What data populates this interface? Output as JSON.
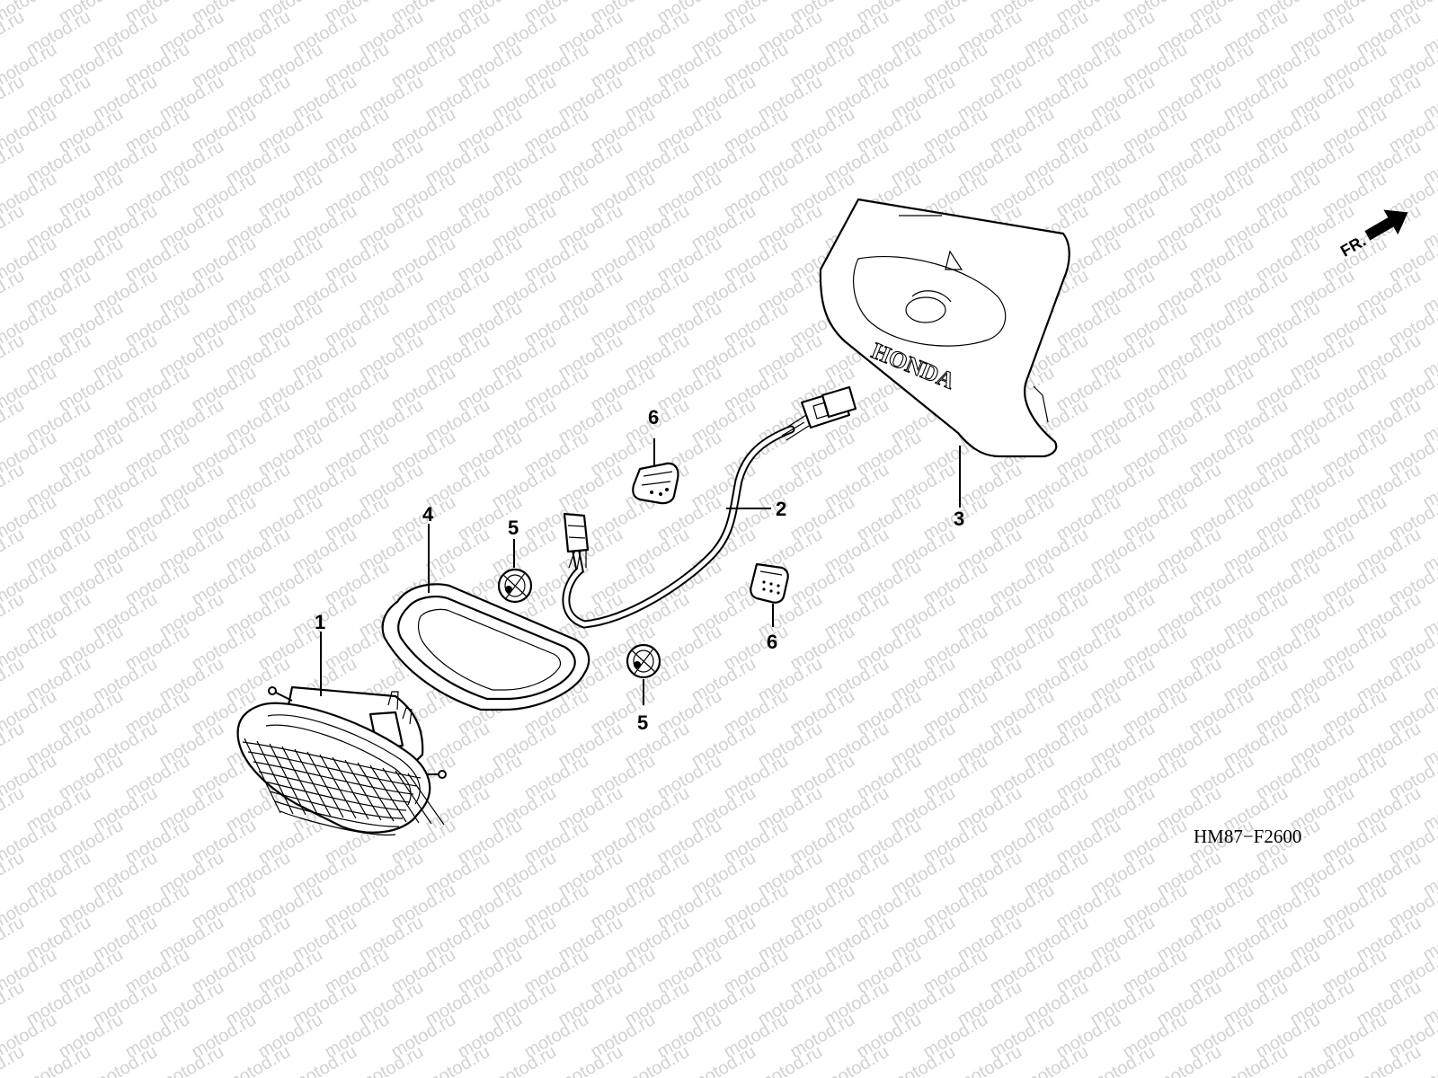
{
  "watermark": "motod.ru",
  "diagram_code": "HM87−F2600",
  "front_indicator": "FR.",
  "cover_brand": "HONDA",
  "callouts": [
    {
      "id": "1",
      "label": "1"
    },
    {
      "id": "2",
      "label": "2"
    },
    {
      "id": "3",
      "label": "3"
    },
    {
      "id": "4",
      "label": "4"
    },
    {
      "id": "5a",
      "label": "5"
    },
    {
      "id": "5b",
      "label": "5"
    },
    {
      "id": "6a",
      "label": "6"
    },
    {
      "id": "6b",
      "label": "6"
    }
  ]
}
